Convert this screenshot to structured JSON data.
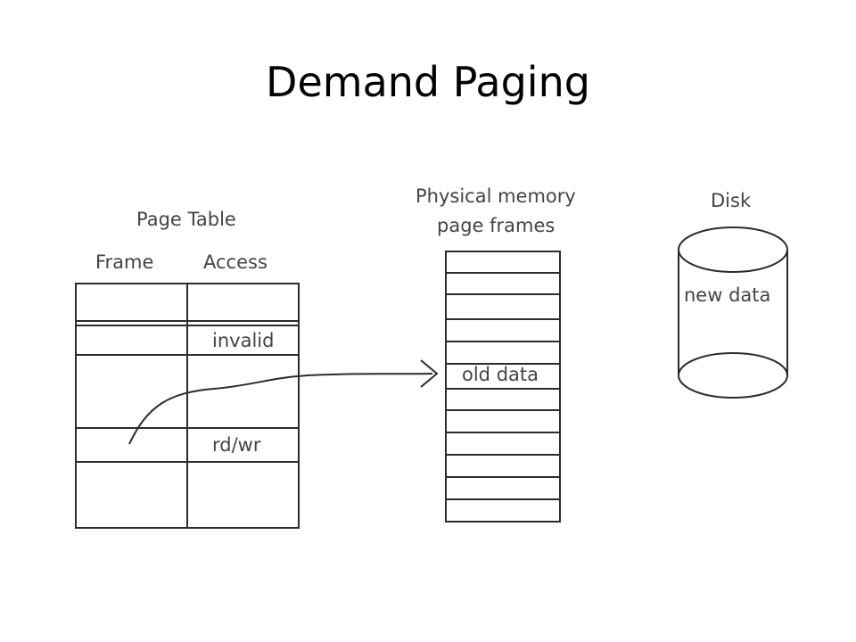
{
  "title": "Demand Paging",
  "page_table": {
    "heading": "Page Table",
    "col_frame": "Frame",
    "col_access": "Access",
    "rows": [
      {
        "frame": "",
        "access": ""
      },
      {
        "frame": "",
        "access": "invalid"
      },
      {
        "frame": "",
        "access": ""
      },
      {
        "frame": "",
        "access": "rd/wr"
      },
      {
        "frame": "",
        "access": ""
      }
    ]
  },
  "physical_memory": {
    "heading_line1": "Physical memory",
    "heading_line2": "page frames",
    "highlighted_frame_label": "old data"
  },
  "disk": {
    "heading": "Disk",
    "content_label": "new data"
  },
  "colors": {
    "line": "#2b2b2b",
    "label": "#444444"
  }
}
